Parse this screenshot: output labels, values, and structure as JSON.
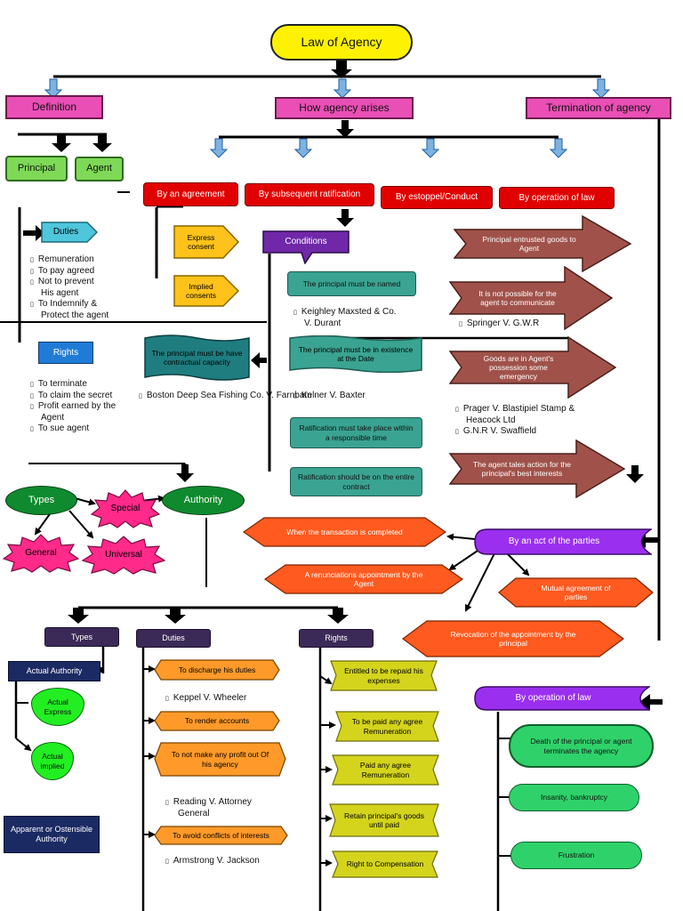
{
  "title": "Law of Agency",
  "definition": {
    "label": "Definition",
    "principal": "Principal",
    "agent": "Agent",
    "duties": {
      "label": "Duties",
      "items": [
        "Remuneration",
        "To pay agreed",
        "Not to prevent",
        "His agent",
        "To Indemnify &",
        "Protect the agent"
      ]
    },
    "rights": {
      "label": "Rights",
      "items": [
        "To terminate",
        "To claim the secret",
        "Profit earned by the",
        "Agent",
        "To sue agent"
      ]
    }
  },
  "arises": {
    "label": "How agency arises",
    "agreement": {
      "label": "By an agreement",
      "express": "Express consent",
      "implied": "Implied consents",
      "capacity": "The principal must be have contractual capacity",
      "case": "Boston Deep Sea Fishing Co. V. Farnbam"
    },
    "ratification": {
      "label": "By subsequent ratification",
      "conditions": "Conditions",
      "items": [
        {
          "text": "The principal must be named",
          "case": [
            "Keighley Maxsted & Co.",
            "V. Durant"
          ]
        },
        {
          "text": "The principal must be in existence at the Date",
          "case": [
            "Kelner V. Baxter"
          ]
        },
        {
          "text": "Ratification must take place within a responsible time",
          "case": []
        },
        {
          "text": "Ratification should be on the entire contract",
          "case": []
        }
      ]
    },
    "estoppel": {
      "label": "By estoppel/Conduct"
    },
    "operation": {
      "label": "By operation of law",
      "items": [
        "Principal entrusted goods to Agent",
        "It is not possible for the agent to communicate",
        "Goods are in Agent's possession some emergency",
        "The agent tales action for the principal's best interests"
      ],
      "cases": [
        "Springer V. G.W.R",
        "Prager V. Blastipiel Stamp &",
        "Heacock Ltd",
        "G.N.R V. Swaffield"
      ]
    }
  },
  "termination": {
    "label": "Termination of agency",
    "by_parties": {
      "label": "By an act of the parties",
      "items": [
        "When the transaction is completed",
        "A renunciations appointment by the Agent",
        "Mutual agreement of parties",
        "Revocation of the appointment by the principal"
      ]
    },
    "by_law": {
      "label": "By operation of law",
      "items": [
        "Death of the principal or agent terminates the agency",
        "Insanity, bankruptcy",
        "Frustration"
      ]
    }
  },
  "types_auth": {
    "types": "Types",
    "special": "Special",
    "general": "General",
    "universal": "Universal",
    "authority": "Authority"
  },
  "bottom": {
    "types": {
      "label": "Types",
      "actual": "Actual Authority",
      "express": "Actual Express",
      "implied": "Actual implied",
      "apparent": "Apparent or Ostensible Authority"
    },
    "duties": {
      "label": "Duties",
      "items": [
        "To discharge his duties",
        "To render accounts",
        "To not make any profit out Of his agency",
        "To avoid conflicts of interests"
      ],
      "cases": [
        "Keppel V. Wheeler",
        "Reading V. Attorney",
        "General",
        "Armstrong V. Jackson"
      ]
    },
    "rights": {
      "label": "Rights",
      "items": [
        "Entitled to be repaid his expenses",
        "To be paid any agree Remuneration",
        "Paid any agree Remuneration",
        "Retain principal's goods until paid",
        "Right to Compensation"
      ]
    }
  },
  "colors": {
    "pink": "#e94fb5",
    "green": "#7ed957",
    "red": "#e10000",
    "purple": "#7028a8",
    "teal": "#3aa391",
    "brown": "#a0524a",
    "orange": "#ff5a1f",
    "yellow": "#fff200",
    "magenta": "#ff2a8a",
    "darkgreen": "#0f8a2e",
    "lime": "#22ee22",
    "blue": "#1f7bd6",
    "sky": "#7fb2e0",
    "navy": "#1b2a63"
  }
}
